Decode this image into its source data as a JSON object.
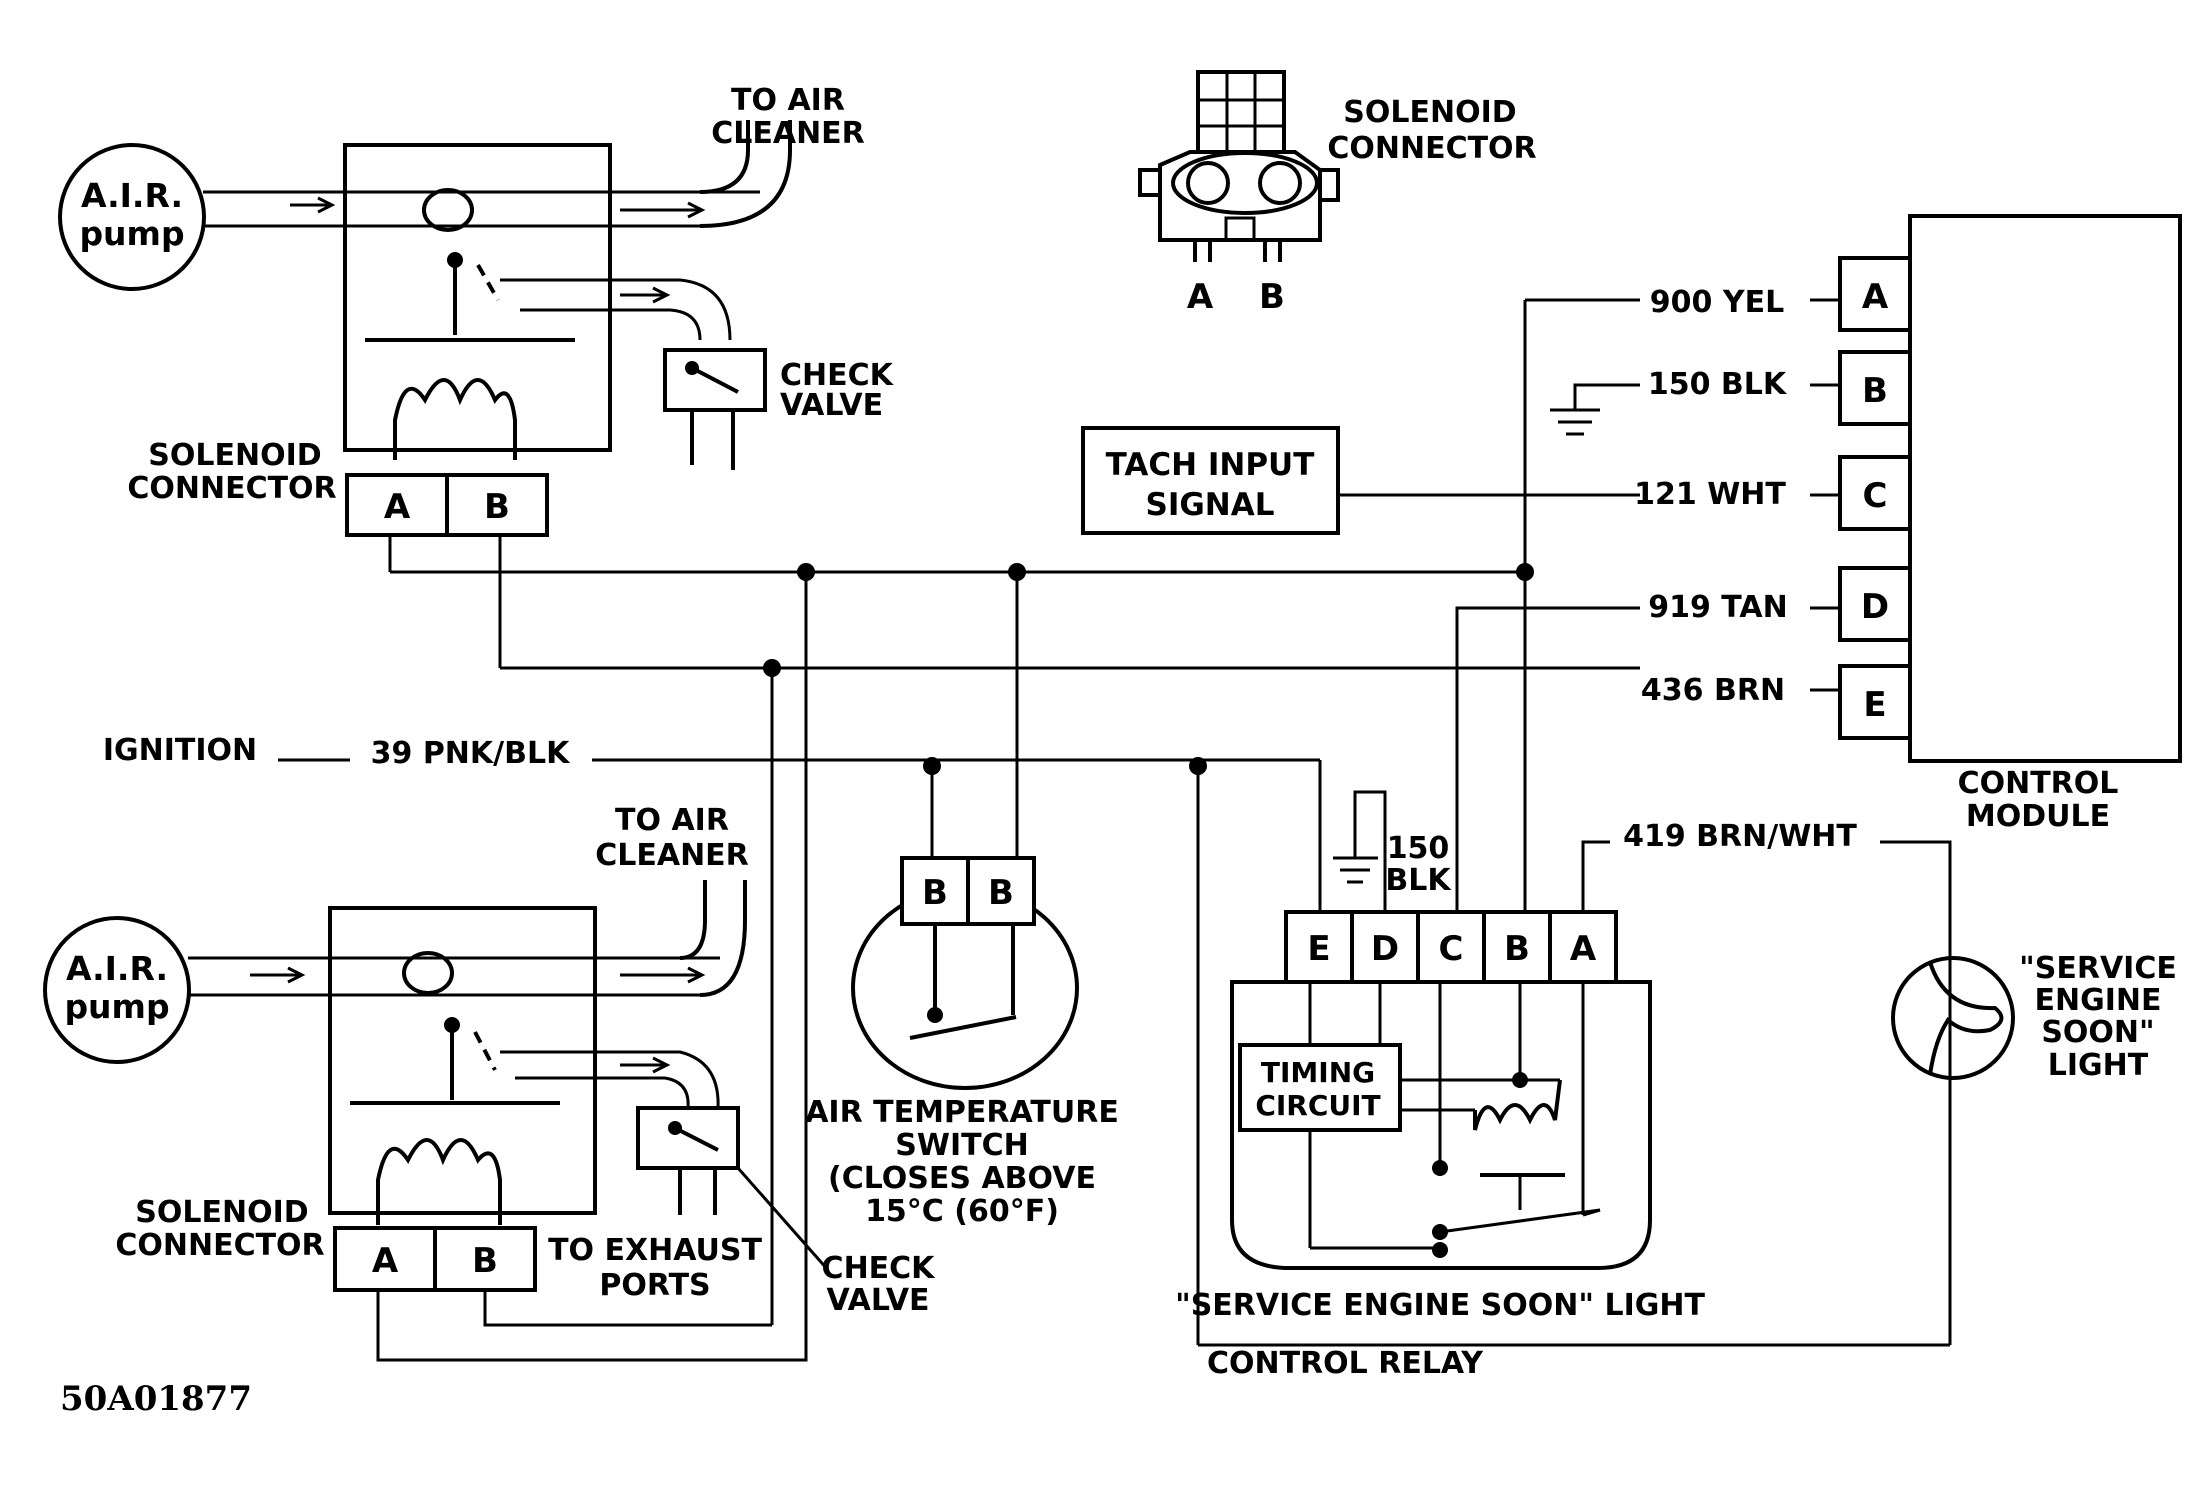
{
  "labels": {
    "air_pump": [
      "A.I.R.",
      "pump"
    ],
    "to_air_cleaner": [
      "TO AIR",
      "CLEANER"
    ],
    "check_valve": [
      "CHECK",
      "VALVE"
    ],
    "solenoid_connector": [
      "SOLENOID",
      "CONNECTOR"
    ],
    "to_exhaust_ports": [
      "TO EXHAUST",
      "PORTS"
    ],
    "pin_a": "A",
    "pin_b": "B",
    "tach_input_signal": [
      "TACH INPUT",
      "SIGNAL"
    ],
    "ignition": "IGNITION",
    "air_temperature_switch": [
      "AIR TEMPERATURE",
      "SWITCH",
      "(CLOSES ABOVE",
      "15°C (60°F)"
    ],
    "timing_circuit": [
      "TIMING",
      "CIRCUIT"
    ],
    "relay_ground": [
      "150",
      "BLK"
    ],
    "service_engine_soon_light": [
      "\"SERVICE",
      "ENGINE",
      "SOON\"",
      "LIGHT"
    ],
    "service_light_control_relay": [
      "\"SERVICE ENGINE SOON\" LIGHT",
      "CONTROL RELAY"
    ],
    "control_module": [
      "CONTROL",
      "MODULE"
    ],
    "figure_code": "50A01877"
  },
  "wires": {
    "w900": "900 YEL",
    "w150": "150 BLK",
    "w121": "121 WHT",
    "w919": "919 TAN",
    "w436": "436 BRN",
    "w39": "39 PNK/BLK",
    "w419": "419 BRN/WHT"
  },
  "control_module_pins": [
    "A",
    "B",
    "C",
    "D",
    "E"
  ],
  "relay_pins": [
    "E",
    "D",
    "C",
    "B",
    "A"
  ],
  "temp_switch_pins": [
    "B",
    "B"
  ]
}
